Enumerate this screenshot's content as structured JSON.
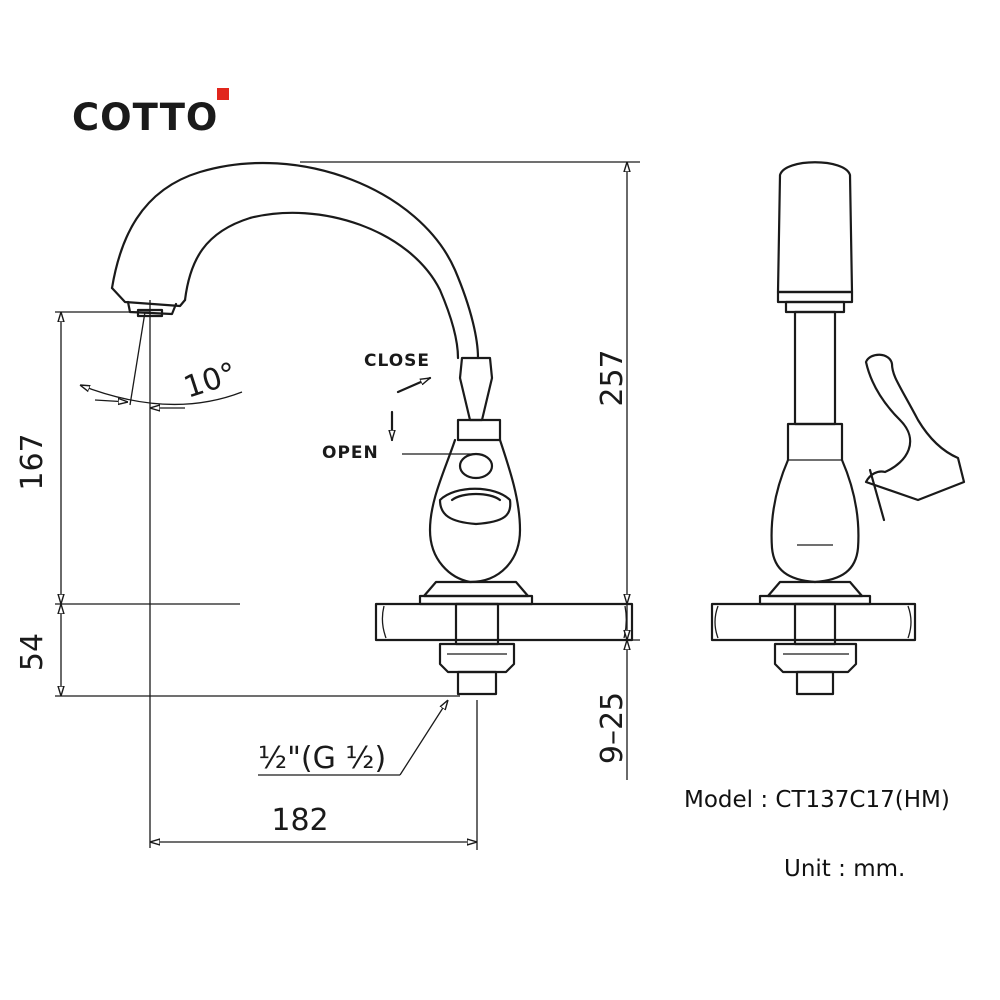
{
  "brand": {
    "name": "COTTO",
    "accent_color": "#e1261c"
  },
  "dimensions": {
    "height_total": "257",
    "spout_height": "167",
    "base_thickness": "54",
    "thread_length": "9–25",
    "spout_reach": "182",
    "swivel_angle": "10°",
    "thread_size": "½\"(G ½)"
  },
  "handle": {
    "close_label": "CLOSE",
    "open_label": "OPEN"
  },
  "info": {
    "model": "Model : CT137C17(HM)",
    "unit": "Unit : mm."
  }
}
